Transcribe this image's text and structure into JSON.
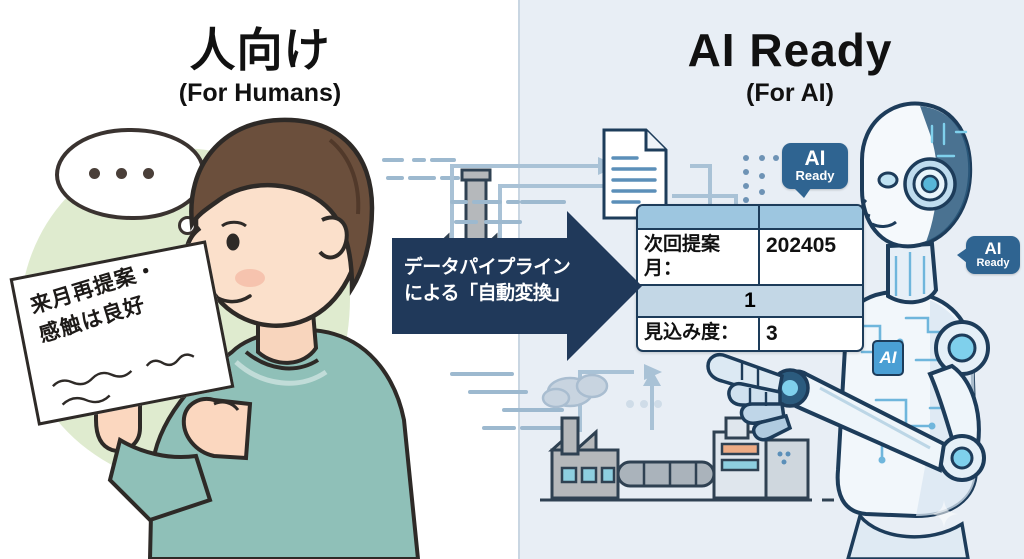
{
  "layout": {
    "left_panel_bg": "#ffffff",
    "right_panel_bg": "#e8eef5",
    "accent_navy": "#20395a",
    "accent_blue": "#2f6491",
    "table_header_blue": "#9dc6e0"
  },
  "left": {
    "title_main": "人向け",
    "title_sub": "(For Humans)",
    "thought_dots": [
      "•",
      "•",
      "•"
    ],
    "paper_line1": "来月再提案・",
    "paper_line2": "感触は良好"
  },
  "right": {
    "title_main": "AI Ready",
    "title_sub": "(For AI)"
  },
  "arrow": {
    "line1": "データパイプライン",
    "line2": "による「自動変換」"
  },
  "table": {
    "rows": [
      {
        "type": "header",
        "label": "",
        "value": ""
      },
      {
        "type": "pair",
        "label": "次回提案月：",
        "value": "202405"
      },
      {
        "type": "single",
        "label": "1",
        "value": ""
      },
      {
        "type": "pair",
        "label": "見込み度：",
        "value": "3"
      }
    ]
  },
  "badges": {
    "top": {
      "line1": "AI",
      "line2": "Ready"
    },
    "side": {
      "line1": "AI",
      "line2": "Ready"
    },
    "chest": {
      "label": "AI"
    }
  },
  "icons": {
    "factory": "factory-icon",
    "document": "document-icon",
    "conveyor": "conveyor-icon",
    "robot": "robot-figure",
    "sparkle": "sparkle-icon"
  }
}
